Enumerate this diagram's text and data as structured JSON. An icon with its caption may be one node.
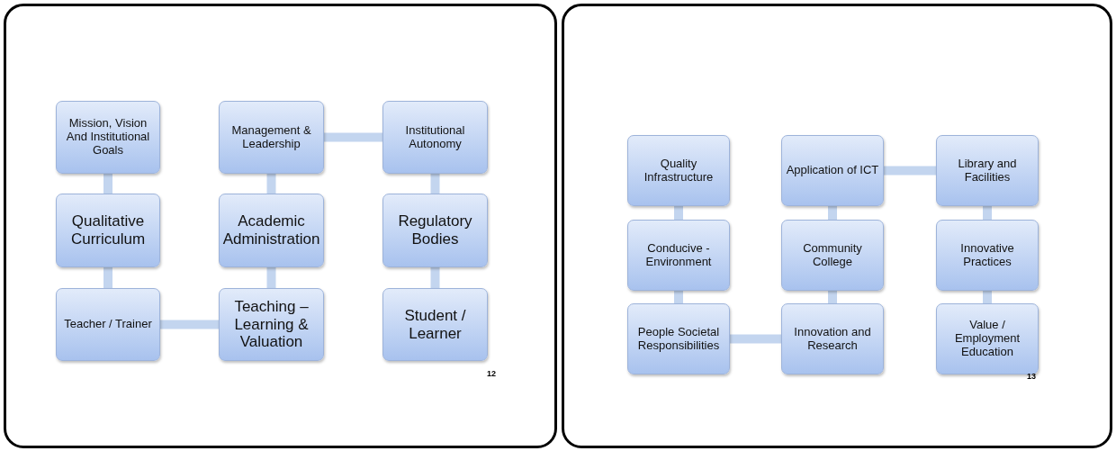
{
  "diagram": {
    "nodes": [
      {
        "text": [
          "Mission, Vision And Institutional Goals"
        ]
      },
      {
        "text": [
          "Management & Leadership"
        ]
      },
      {
        "text": [
          "Institutional Autonomy"
        ]
      },
      {
        "text": [
          "Qualitative Curriculum"
        ]
      },
      {
        "text": [
          "Academic Administration"
        ]
      },
      {
        "text": [
          "Regulatory Bodies"
        ]
      },
      {
        "text": [
          "Teacher / Trainer"
        ]
      },
      {
        "text": [
          "Teaching – Learning & Valuation"
        ]
      },
      {
        "text": [
          "Student / Learner"
        ]
      },
      {
        "text": [
          "Quality Infrastructure"
        ]
      },
      {
        "text": [
          "Application of ICT"
        ]
      },
      {
        "text": [
          "Library and Facilities"
        ]
      },
      {
        "text": [
          "Conducive - Environment"
        ]
      },
      {
        "text": [
          "Community College"
        ]
      },
      {
        "text": [
          "Innovative Practices"
        ]
      },
      {
        "text": [
          "People Societal Responsibilities"
        ]
      },
      {
        "text": [
          "Innovation and Research"
        ]
      },
      {
        "text": [
          "Value / Employment Education"
        ]
      }
    ],
    "edges": [
      {
        "from": 0,
        "to": 3,
        "arrow": "none"
      },
      {
        "from": 3,
        "to": 6,
        "arrow": "none"
      },
      {
        "from": 6,
        "to": 7,
        "arrow": "none"
      },
      {
        "from": 7,
        "to": 4,
        "arrow": "none"
      },
      {
        "from": 4,
        "to": 1,
        "arrow": "none"
      },
      {
        "from": 1,
        "to": 2,
        "arrow": "none"
      },
      {
        "from": 2,
        "to": 5,
        "arrow": "none"
      },
      {
        "from": 5,
        "to": 8,
        "arrow": "none"
      },
      {
        "from": 9,
        "to": 12,
        "arrow": "none"
      },
      {
        "from": 12,
        "to": 15,
        "arrow": "none"
      },
      {
        "from": 15,
        "to": 16,
        "arrow": "none"
      },
      {
        "from": 16,
        "to": 13,
        "arrow": "none"
      },
      {
        "from": 13,
        "to": 10,
        "arrow": "none"
      },
      {
        "from": 10,
        "to": 11,
        "arrow": "none"
      },
      {
        "from": 11,
        "to": 14,
        "arrow": "none"
      },
      {
        "from": 14,
        "to": 17,
        "arrow": "none"
      }
    ],
    "labels": [
      "12",
      "13"
    ]
  }
}
